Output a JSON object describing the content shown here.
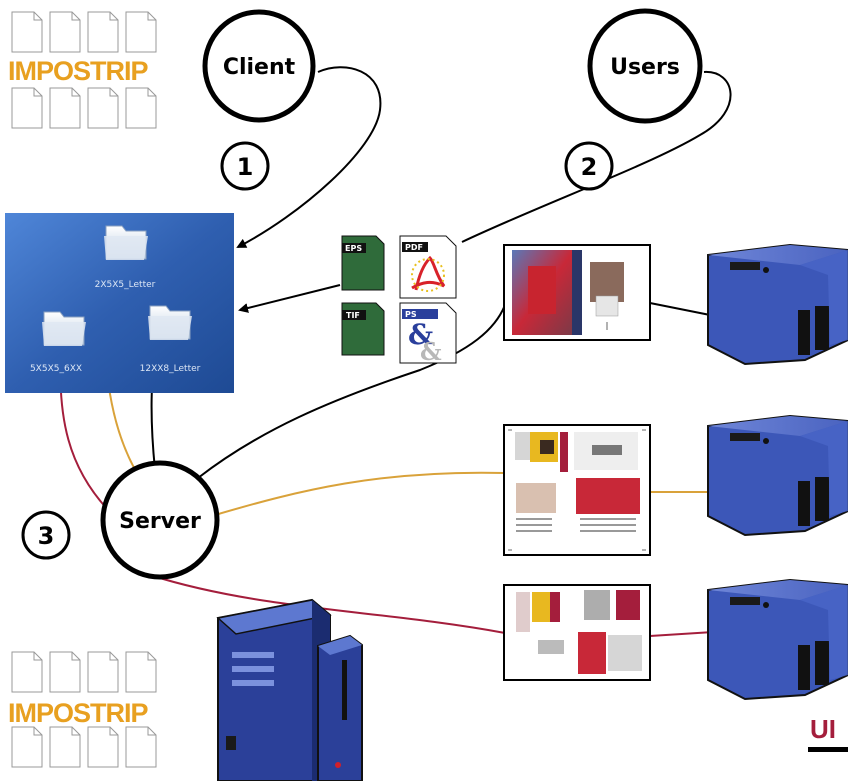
{
  "nodes": {
    "client": "Client",
    "users": "Users",
    "server": "Server"
  },
  "steps": [
    "1",
    "2",
    "3"
  ],
  "logo": {
    "text": "IMPOSTRIP"
  },
  "folders": [
    "2X5X5_Letter",
    "5X5X5_6XX",
    "12XX8_Letter"
  ],
  "file_types": [
    "EPS",
    "PDF",
    "TIF",
    "PS"
  ],
  "corner_text": "UI",
  "colors": {
    "logo_orange": "#e8a020",
    "desktop_blue": "#3a66b8",
    "printer_blue": "#3c57b8",
    "route_orange": "#d9a23a",
    "route_red": "#a41e3c",
    "route_black": "#000000"
  }
}
